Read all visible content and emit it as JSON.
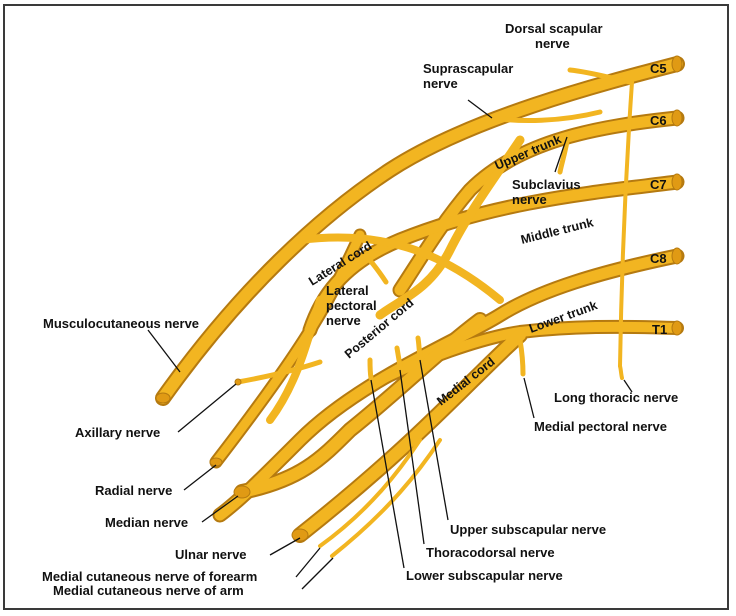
{
  "diagram": {
    "colors": {
      "nerve_fill": "#f2b521",
      "nerve_outline": "#b57a10",
      "nerve_end": "#e09a14",
      "border": "#3a3a3a"
    },
    "roots": [
      {
        "id": "c5",
        "label": "C5"
      },
      {
        "id": "c6",
        "label": "C6"
      },
      {
        "id": "c7",
        "label": "C7"
      },
      {
        "id": "c8",
        "label": "C8"
      },
      {
        "id": "t1",
        "label": "T1"
      }
    ],
    "trunks": {
      "upper": "Upper trunk",
      "middle": "Middle trunk",
      "lower": "Lower trunk"
    },
    "cords": {
      "lateral": "Lateral cord",
      "posterior": "Posterior cord",
      "medial": "Medial cord"
    },
    "nerves": {
      "dorsal_scapular": [
        "Dorsal scapular",
        "nerve"
      ],
      "suprascapular": [
        "Suprascapular",
        "nerve"
      ],
      "subclavius": [
        "Subclavius",
        "nerve"
      ],
      "lateral_pectoral": [
        "Lateral",
        "pectoral",
        "nerve"
      ],
      "musculocutaneous": "Musculocutaneous nerve",
      "axillary": "Axillary nerve",
      "radial": "Radial nerve",
      "median": "Median nerve",
      "ulnar": "Ulnar nerve",
      "medial_cutaneous_forearm": "Medial cutaneous nerve of forearm",
      "medial_cutaneous_arm": "Medial cutaneous nerve of arm",
      "long_thoracic": "Long thoracic nerve",
      "medial_pectoral": "Medial pectoral nerve",
      "upper_subscapular": "Upper subscapular nerve",
      "thoracodorsal": "Thoracodorsal nerve",
      "lower_subscapular": "Lower subscapular nerve"
    }
  }
}
